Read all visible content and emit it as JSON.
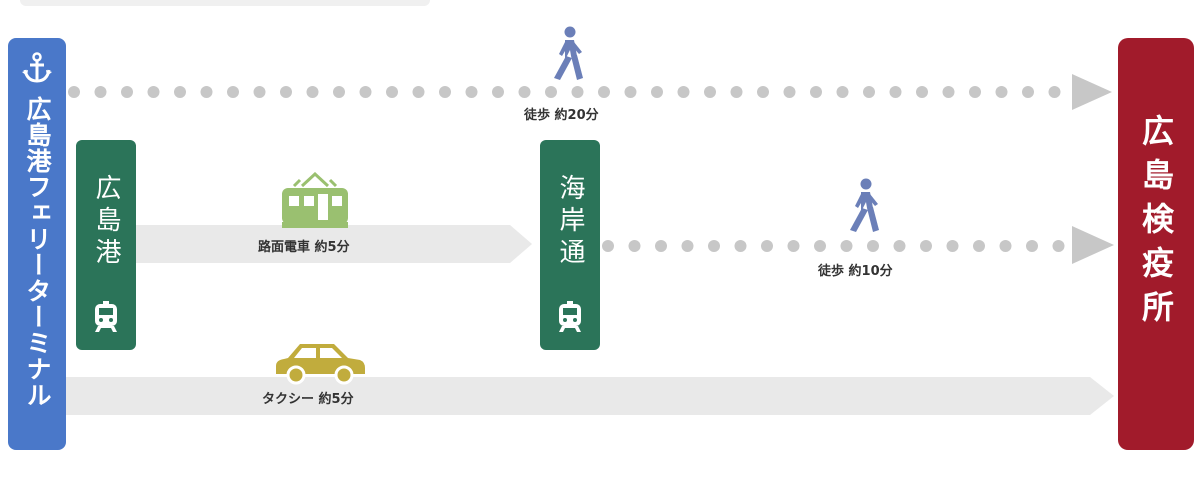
{
  "origin": {
    "name": "広島港フェリーターミナル",
    "icon": "anchor-icon"
  },
  "destination": {
    "name": "広島検疫所"
  },
  "stops": [
    {
      "name": "広島港",
      "icon": "tram-icon"
    },
    {
      "name": "海岸通",
      "icon": "tram-icon"
    }
  ],
  "routes": {
    "walk_direct": {
      "mode": "walk",
      "label": "徒歩 約20分"
    },
    "tram": {
      "mode": "tram",
      "label": "路面電車 約5分"
    },
    "walk_from_kaigan": {
      "mode": "walk",
      "label": "徒歩 約10分"
    },
    "taxi": {
      "mode": "taxi",
      "label": "タクシー 約5分"
    }
  },
  "colors": {
    "origin": "#4a78c9",
    "destination": "#a11b2b",
    "stop": "#2b7459",
    "walk_icon": "#6b7fb8",
    "tram_icon": "#9ac070",
    "taxi_icon": "#c1ac3d",
    "dots": "#c7c7c7",
    "band": "#e9e9e9"
  }
}
